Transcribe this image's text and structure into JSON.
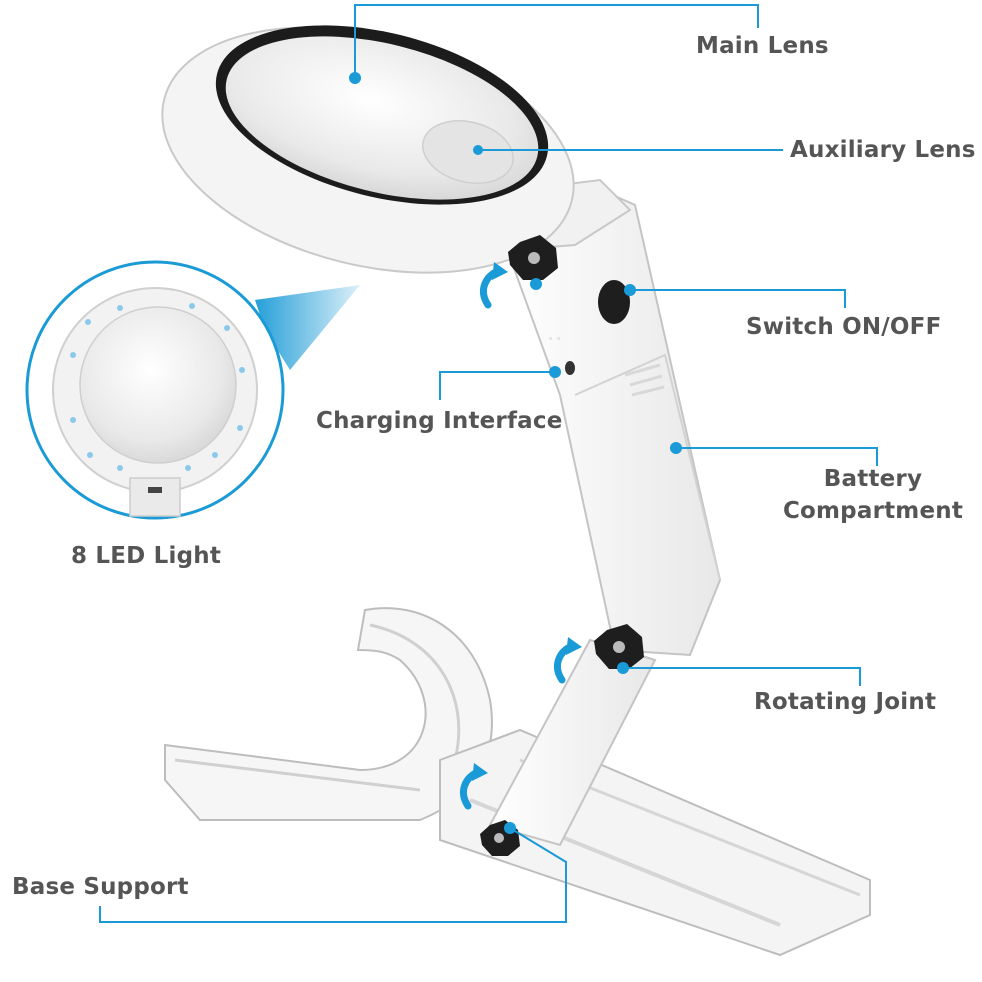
{
  "labels": {
    "main_lens": "Main Lens",
    "auxiliary_lens": "Auxiliary Lens",
    "switch": "Switch ON/OFF",
    "charging": "Charging Interface",
    "battery_line1": "Battery",
    "battery_line2": "Compartment",
    "led": "8 LED Light",
    "rotating_joint": "Rotating Joint",
    "base_support": "Base Support"
  },
  "colors": {
    "accent": "#1a9ad6",
    "label_text": "#555555",
    "body_white": "#f7f7f7",
    "lens_rim": "#222222"
  }
}
